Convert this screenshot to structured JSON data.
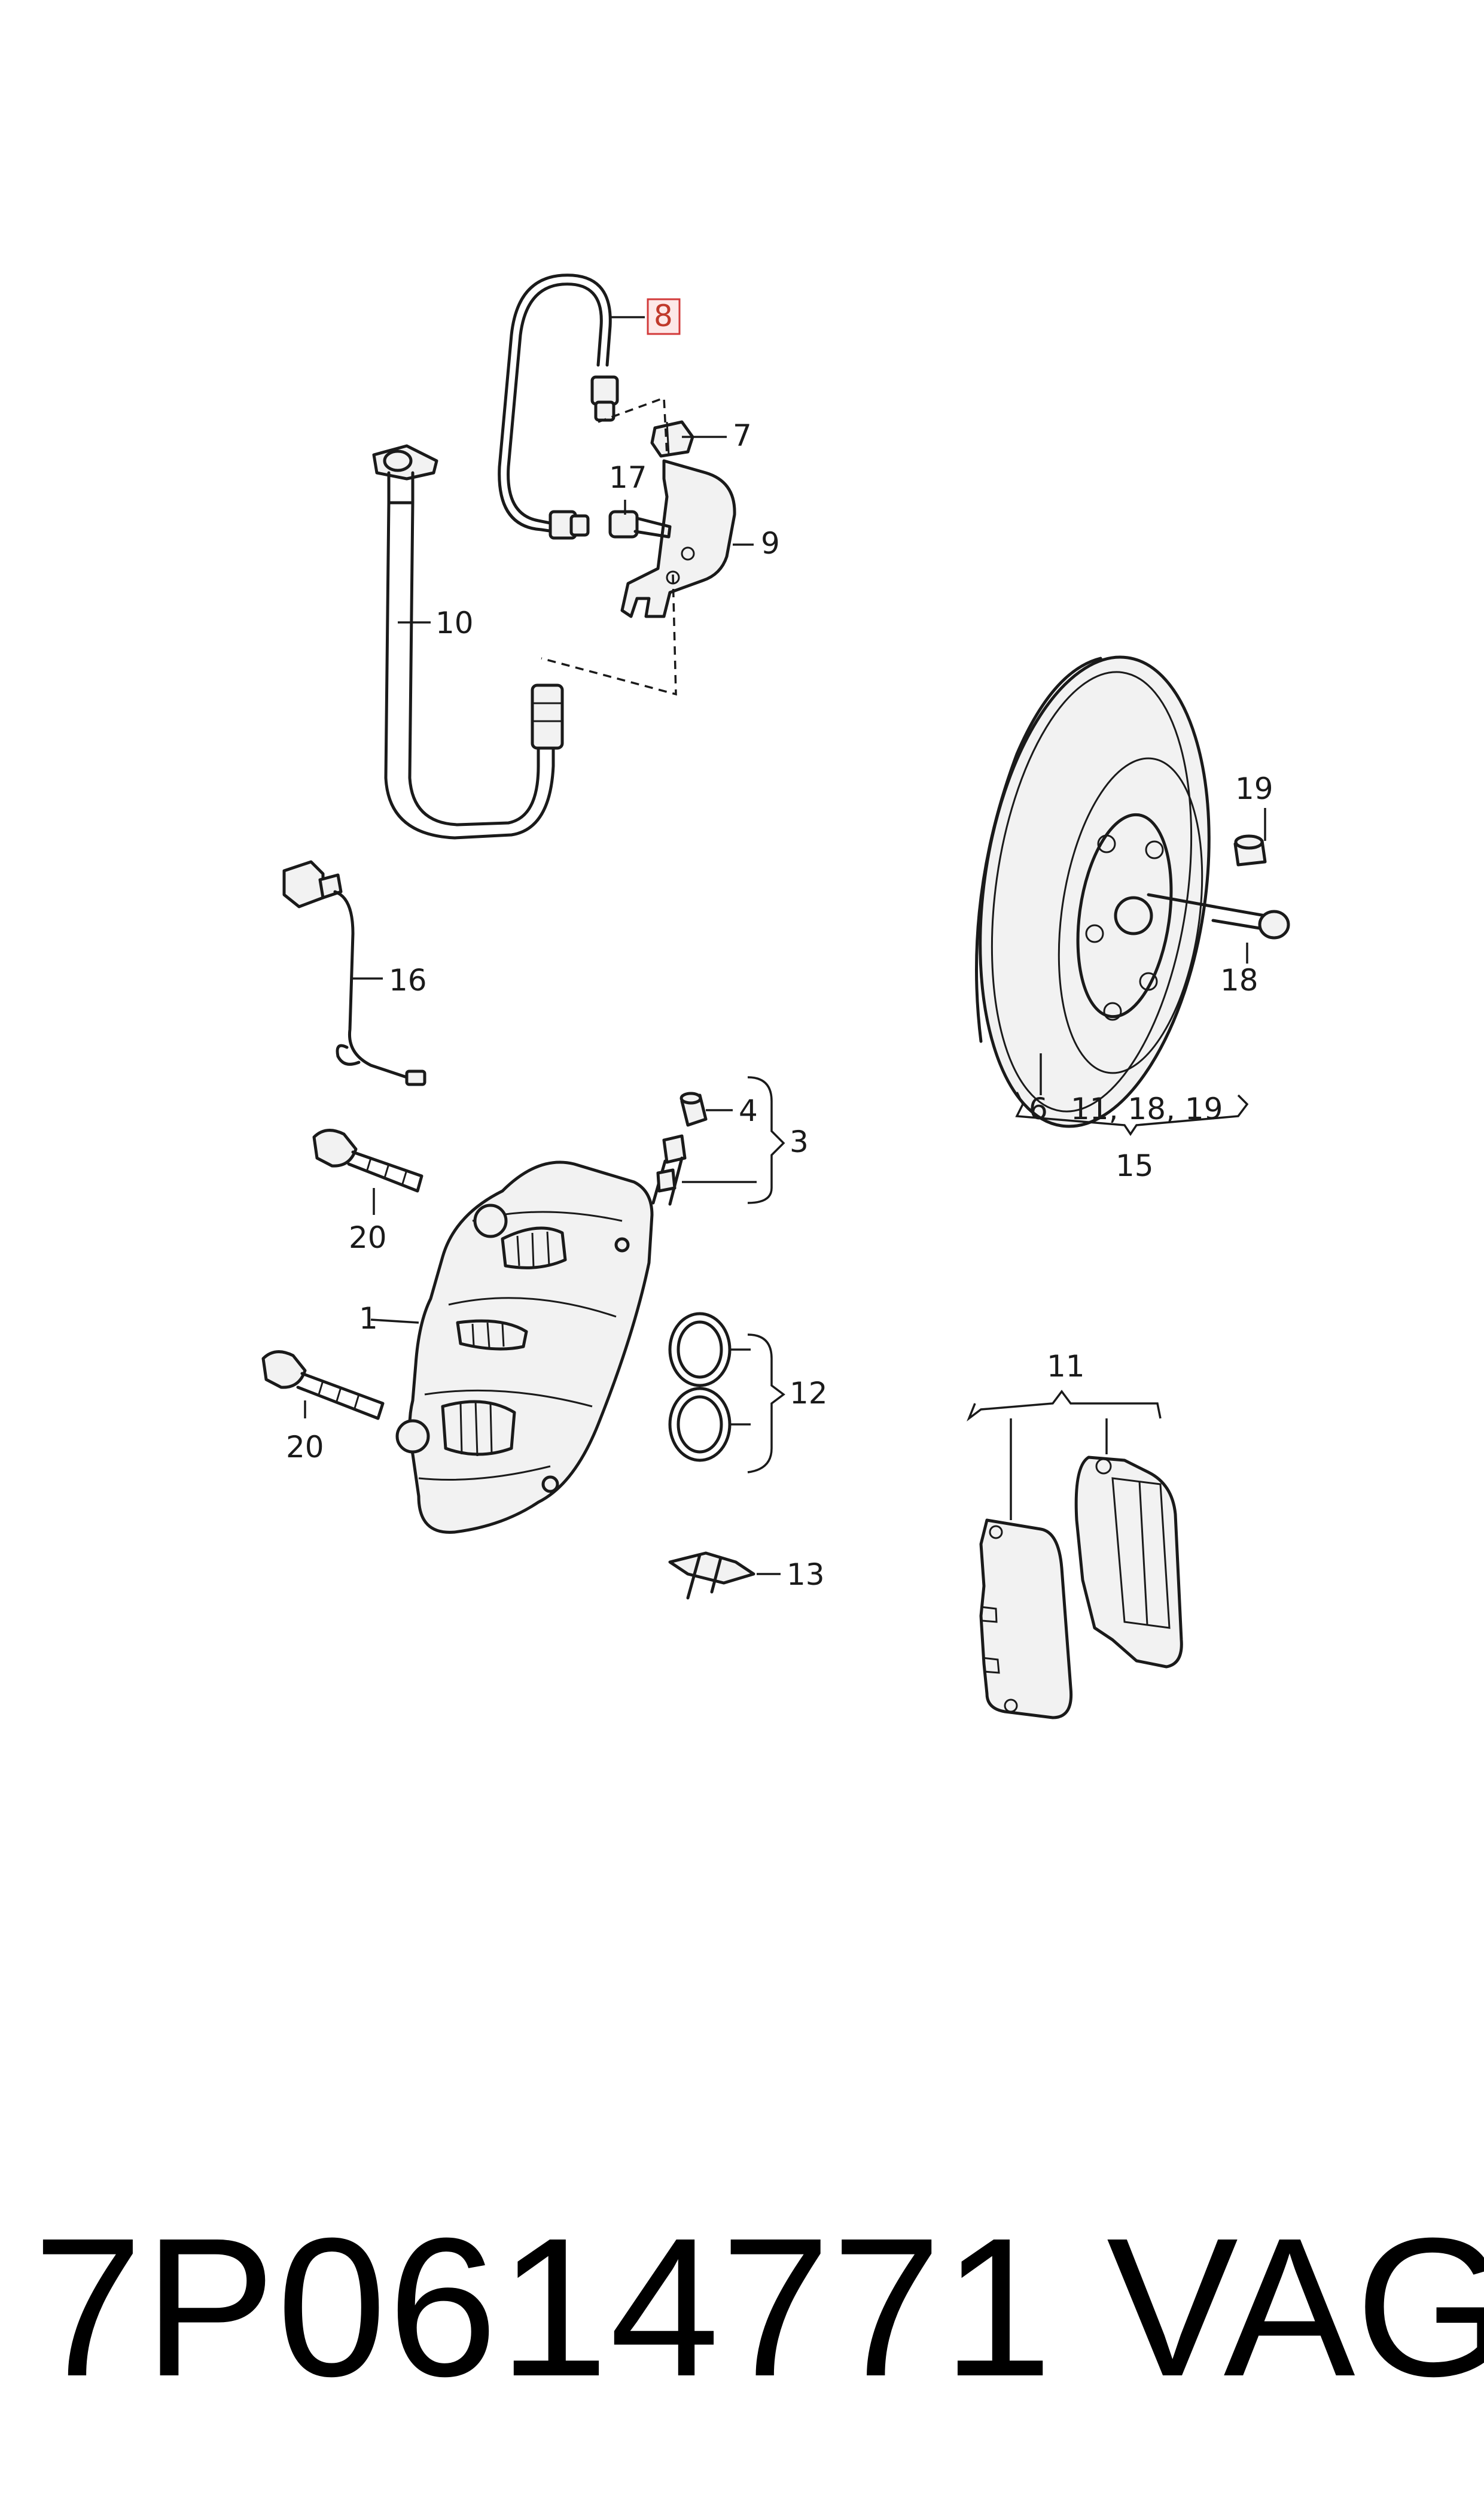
{
  "callouts": {
    "c1": "1",
    "c3": "3",
    "c4": "4",
    "c6": "6",
    "c7": "7",
    "c8": "8",
    "c9": "9",
    "c10": "10",
    "c11_group": "11, 18, 19",
    "c11_pads": "11",
    "c12": "12",
    "c13": "13",
    "c15": "15",
    "c16": "16",
    "c17": "17",
    "c18": "18",
    "c19": "19",
    "c20_top": "20",
    "c20_bottom": "20"
  },
  "highlight": {
    "label": "8",
    "color": "#d23a3a"
  },
  "footer": {
    "part_number": "7P0614771",
    "brand": "VAG"
  }
}
